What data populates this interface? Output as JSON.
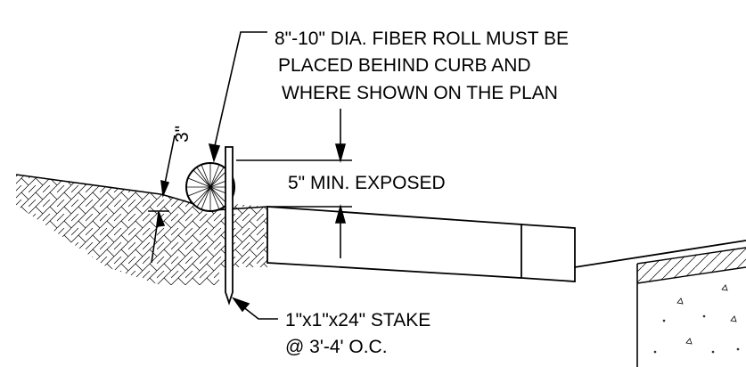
{
  "notes": {
    "fiber_roll_line1": "8\"-10\" DIA. FIBER ROLL MUST BE",
    "fiber_roll_line2": "PLACED BEHIND CURB AND",
    "fiber_roll_line3": "WHERE SHOWN ON THE PLAN",
    "exposed": "5\" MIN. EXPOSED",
    "embed_depth": "3\"",
    "stake_line1": "1\"x1\"x24\" STAKE",
    "stake_line2": "@ 3'-4' O.C."
  },
  "colors": {
    "line": "#000000",
    "background": "#ffffff"
  }
}
